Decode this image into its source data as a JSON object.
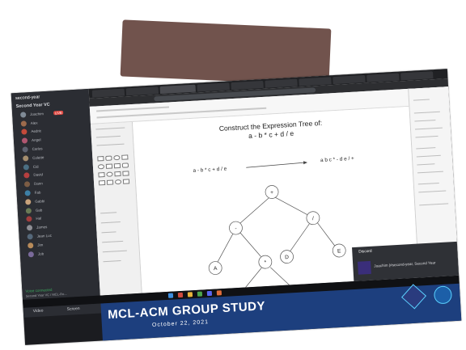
{
  "discord": {
    "channel": "second-year",
    "voice_channel": "Second Year VC",
    "members": [
      "Joachim",
      "Alex",
      "Aedric",
      "Angel",
      "Carlos",
      "Colette",
      "Cid",
      "David",
      "Dann",
      "Fab",
      "Gabbi",
      "Gab",
      "Hal",
      "James",
      "Jean Luc",
      "Jim",
      "Job"
    ],
    "live_badge": "LIVE",
    "voice_status": "Voice connected",
    "voice_sub": "Second Year VC / MCL-Ro..."
  },
  "diagram": {
    "title_line1": "Construct the Expression Tree of:",
    "title_line2": "a - b * c + d / e",
    "infix": "a - b * c + d / e",
    "postfix": "a b c * - d e / +",
    "nodes": [
      "+",
      "-",
      "/",
      "A",
      "*",
      "D",
      "E"
    ]
  },
  "notification": {
    "heading": "Discord",
    "text": "Joachim (#second-year, Second Year"
  },
  "video_tabs": [
    "Video",
    "Screen"
  ],
  "footer": {
    "title": "MCL-ACM GROUP STUDY",
    "date": "October 22, 2021"
  },
  "colors": {
    "tape": "#6b4c46",
    "discord_bg": "#2b2d33",
    "footer_bg": "#1d3f7e",
    "live_badge": "#e14a43"
  },
  "icons": {
    "logo_left": "mcl-logo-icon",
    "logo_right": "acm-logo-icon"
  }
}
